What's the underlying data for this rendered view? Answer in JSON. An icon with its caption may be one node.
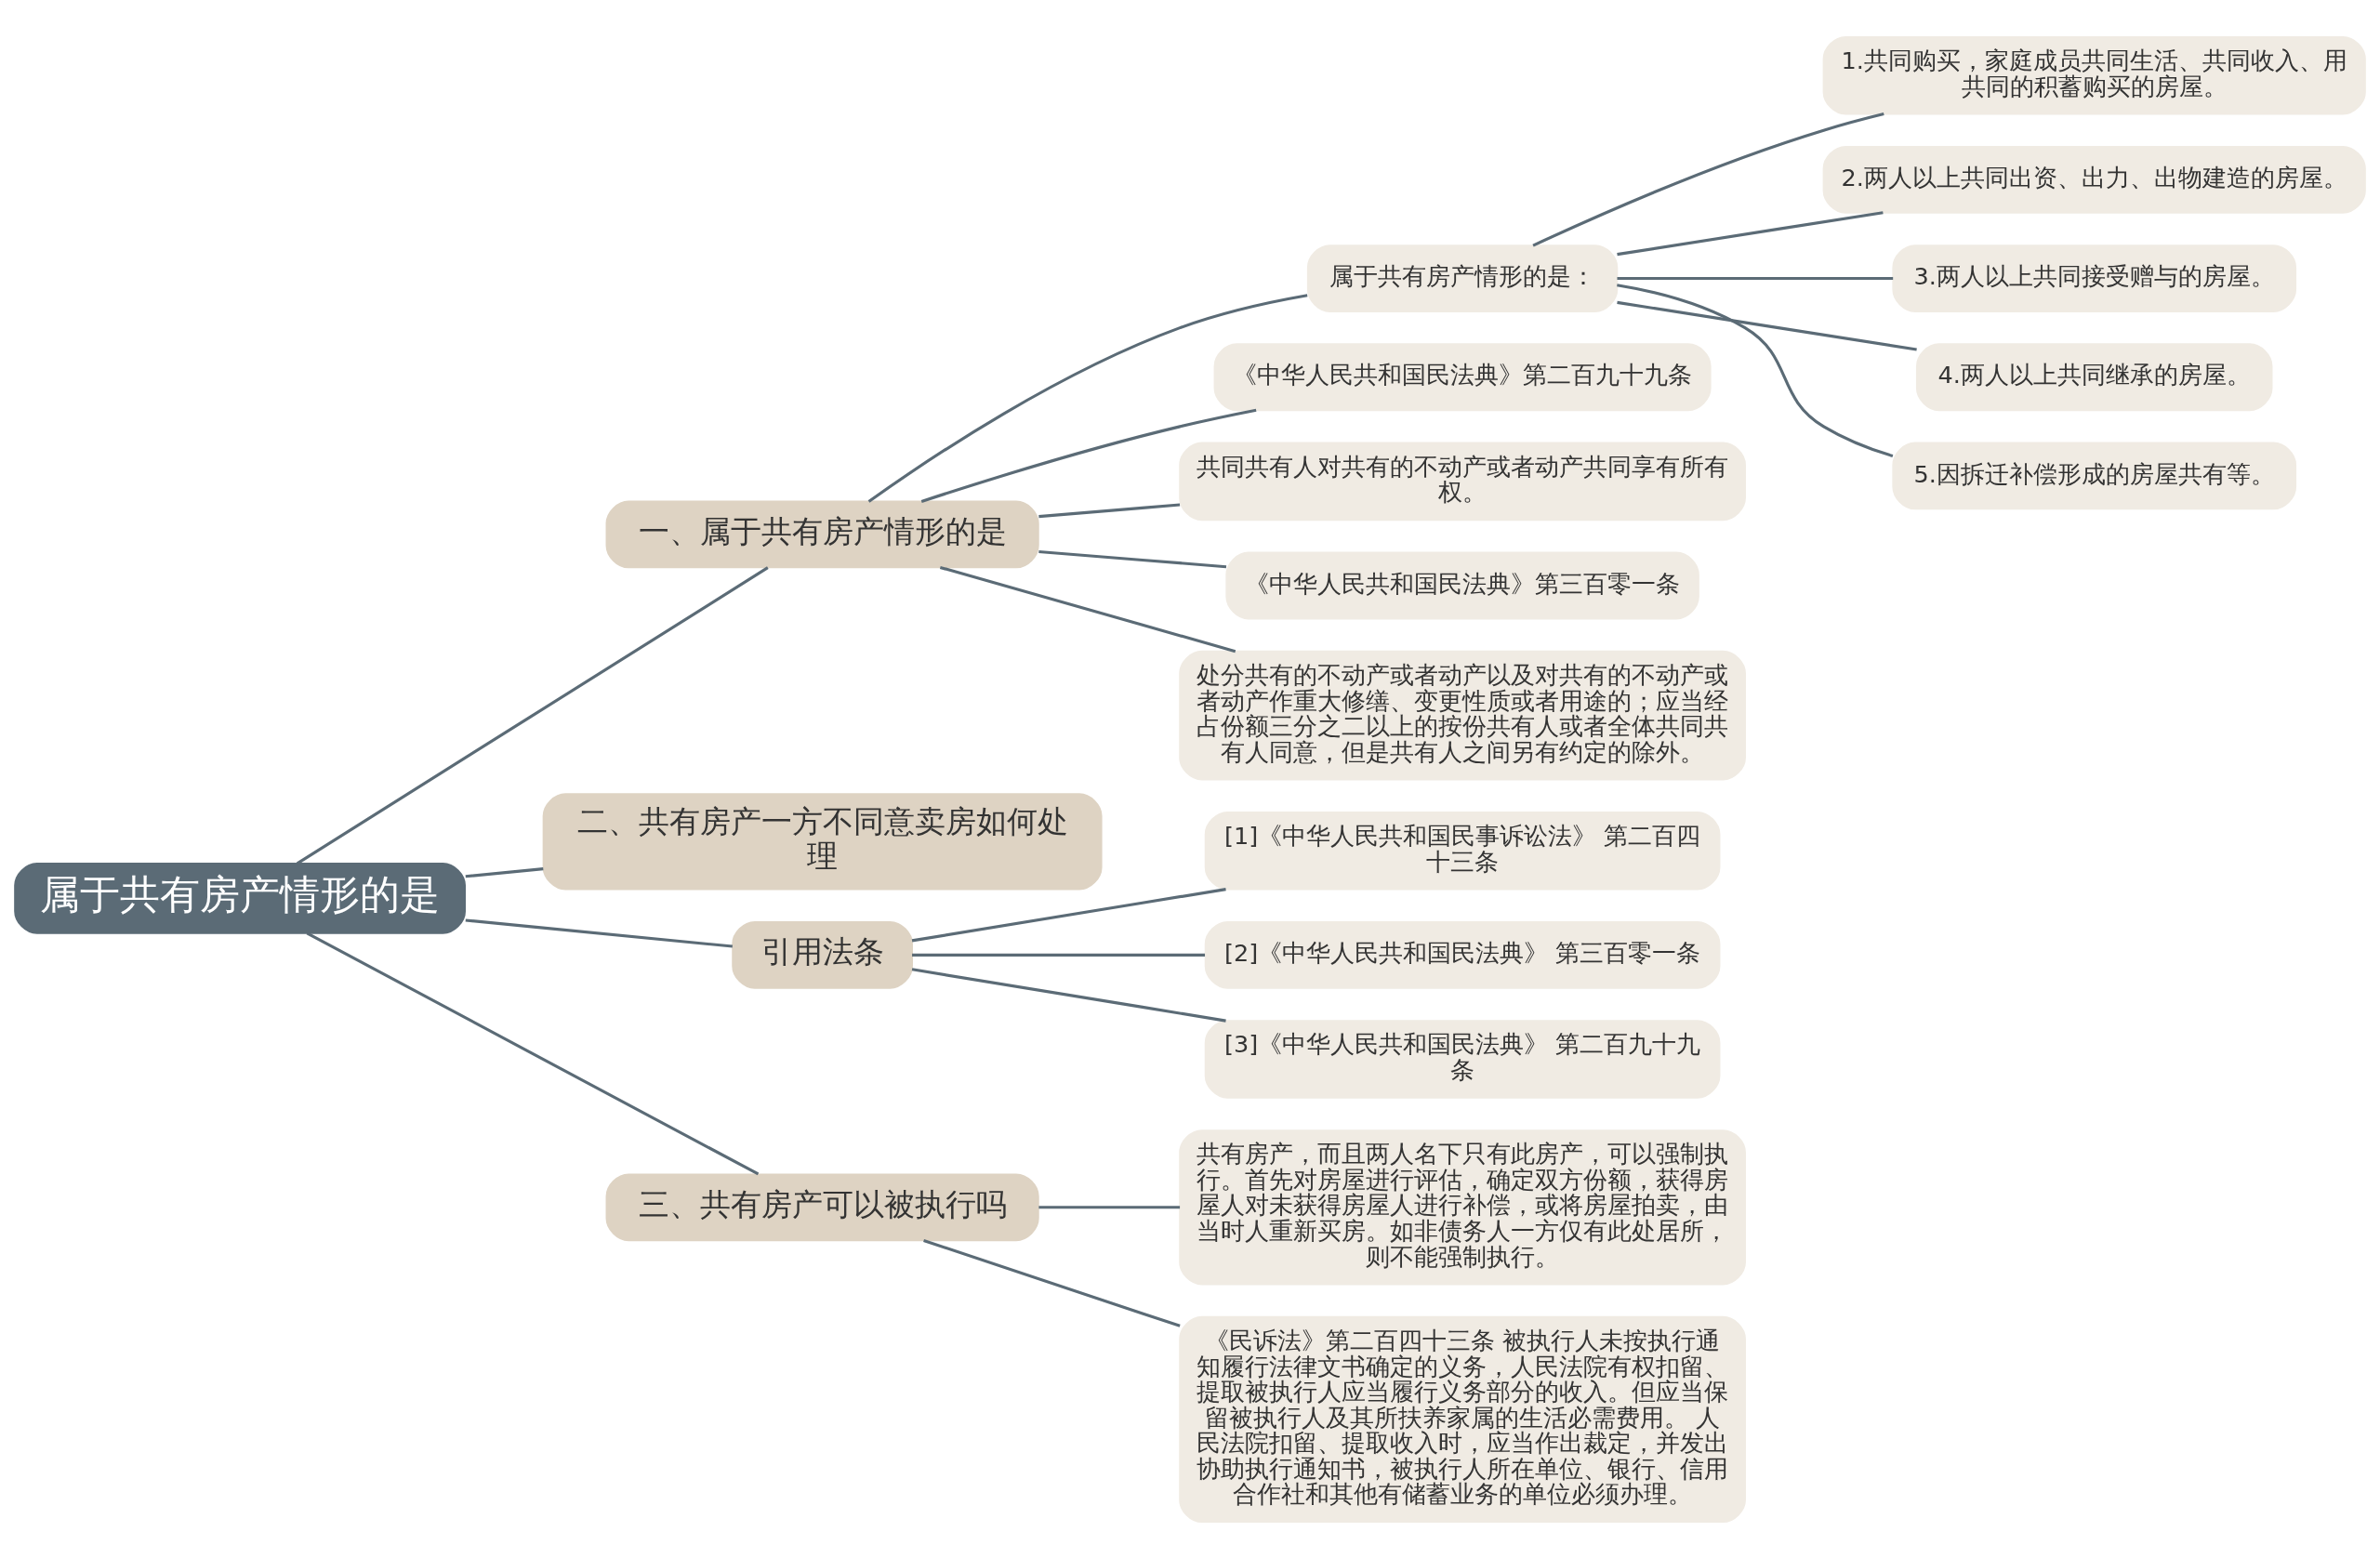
{
  "diagram": {
    "nodes": [
      {
        "text": [
          "属于共有房产情形的是"
        ]
      },
      {
        "text": [
          "一、属于共有房产情形的是"
        ]
      },
      {
        "text": [
          "属于共有房产情形的是："
        ]
      },
      {
        "text": [
          "1.共同购买，家庭成员共同生活、共同收入、用共同的积蓄购买的房屋。"
        ]
      },
      {
        "text": [
          "2.两人以上共同出资、出力、出物建造的房屋。"
        ]
      },
      {
        "text": [
          "3.两人以上共同接受赠与的房屋。"
        ]
      },
      {
        "text": [
          "4.两人以上共同继承的房屋。"
        ]
      },
      {
        "text": [
          "5.因拆迁补偿形成的房屋共有等。"
        ]
      },
      {
        "text": [
          "《中华人民共和国民法典》第二百九十九条"
        ]
      },
      {
        "text": [
          "共同共有人对共有的不动产或者动产共同享有所有权。"
        ]
      },
      {
        "text": [
          "《中华人民共和国民法典》第三百零一条"
        ]
      },
      {
        "text": [
          "处分共有的不动产或者动产以及对共有的不动产或者动产作重大修缮、变更性质或者用途的；应当经占份额三分之二以上的按份共有人或者全体共同共有人同意，但是共有人之间另有约定的除外。"
        ]
      },
      {
        "text": [
          "二、共有房产一方不同意卖房如何处理"
        ]
      },
      {
        "text": [
          "引用法条"
        ]
      },
      {
        "text": [
          "[1]《中华人民共和国民事诉讼法》 第二百四十三条"
        ]
      },
      {
        "text": [
          "[2]《中华人民共和国民法典》 第三百零一条"
        ]
      },
      {
        "text": [
          "[3]《中华人民共和国民法典》 第二百九十九条"
        ]
      },
      {
        "text": [
          "三、共有房产可以被执行吗"
        ]
      },
      {
        "text": [
          "共有房产，而且两人名下只有此房产，可以强制执行。首先对房屋进行评估，确定双方份额，获得房屋人对未获得房屋人进行补偿，或将房屋拍卖，由当时人重新买房。如非债务人一方仅有此处居所，则不能强制执行。"
        ]
      },
      {
        "text": [
          "《民诉法》第二百四十三条 被执行人未按执行通知履行法律文书确定的义务，人民法院有权扣留、提取被执行人应当履行义务部分的收入。但应当保留被执行人及其所扶养家属的生活必需费用。 人民法院扣留、提取收入时，应当作出裁定，并发出协助执行通知书，被执行人所在单位、银行、信用合作社和其他有储蓄业务的单位必须办理。"
        ]
      }
    ],
    "edges": [
      {
        "from": 0,
        "to": 1,
        "arrow": "none"
      },
      {
        "from": 1,
        "to": 2,
        "arrow": "none"
      },
      {
        "from": 2,
        "to": 3,
        "arrow": "none"
      },
      {
        "from": 2,
        "to": 4,
        "arrow": "none"
      },
      {
        "from": 2,
        "to": 5,
        "arrow": "none"
      },
      {
        "from": 2,
        "to": 6,
        "arrow": "none"
      },
      {
        "from": 2,
        "to": 7,
        "arrow": "none"
      },
      {
        "from": 1,
        "to": 8,
        "arrow": "none"
      },
      {
        "from": 1,
        "to": 9,
        "arrow": "none"
      },
      {
        "from": 1,
        "to": 10,
        "arrow": "none"
      },
      {
        "from": 1,
        "to": 11,
        "arrow": "none"
      },
      {
        "from": 0,
        "to": 12,
        "arrow": "none"
      },
      {
        "from": 0,
        "to": 13,
        "arrow": "none"
      },
      {
        "from": 13,
        "to": 14,
        "arrow": "none"
      },
      {
        "from": 13,
        "to": 15,
        "arrow": "none"
      },
      {
        "from": 13,
        "to": 16,
        "arrow": "none"
      },
      {
        "from": 0,
        "to": 17,
        "arrow": "none"
      },
      {
        "from": 17,
        "to": 18,
        "arrow": "none"
      },
      {
        "from": 17,
        "to": 19,
        "arrow": "none"
      }
    ]
  }
}
